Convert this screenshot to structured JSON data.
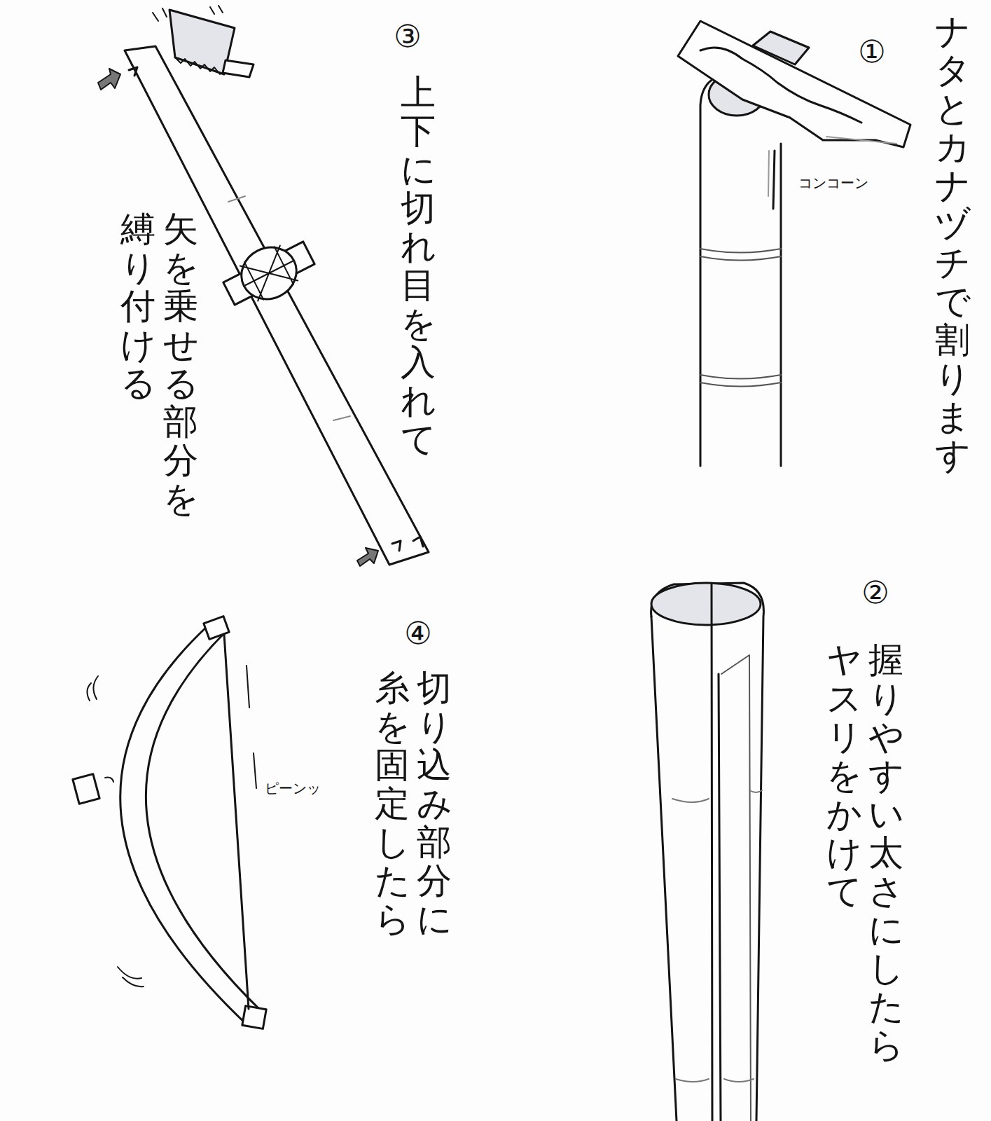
{
  "diagram": {
    "labels": [
      "①",
      "ナタとカナヅチで割ります",
      "コンコーン",
      "②",
      "握りやすい太さにしたら",
      "ヤスリをかけて",
      "③",
      "上下に切れ目を入れて",
      "矢を乗せる部分を",
      "縛り付ける",
      "④",
      "切り込み部分に",
      "糸を固定したら",
      "ピーンッ"
    ]
  }
}
